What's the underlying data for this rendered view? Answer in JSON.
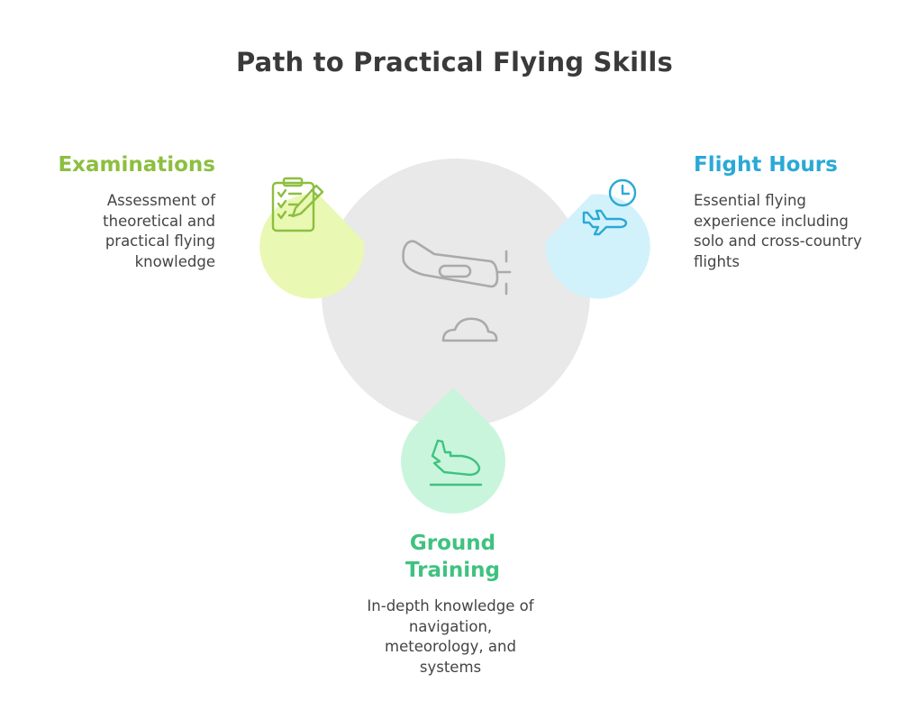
{
  "title": "Path to Practical Flying Skills",
  "colors": {
    "center_circle": "#e9e9e9",
    "center_icon": "#aaaaaa",
    "examinations": "#8cbf3f",
    "examinations_bg": "#e9f8b3",
    "flight_hours": "#2aa9d6",
    "flight_hours_bg": "#d2f2fb",
    "ground_training": "#3fc280",
    "ground_training_bg": "#c9f5dd"
  },
  "nodes": {
    "examinations": {
      "heading": "Examinations",
      "description": "Assessment of theoretical and practical flying knowledge",
      "icon": "clipboard-pencil-icon"
    },
    "flight_hours": {
      "heading": "Flight Hours",
      "description": "Essential flying experience including solo and cross-country flights",
      "icon": "clock-airplane-icon"
    },
    "ground_training": {
      "heading": "Ground Training",
      "description": "In-depth knowledge of navigation, meteorology, and systems",
      "icon": "airplane-landing-icon"
    }
  },
  "center": {
    "icon": "airplane-cloud-icon"
  }
}
